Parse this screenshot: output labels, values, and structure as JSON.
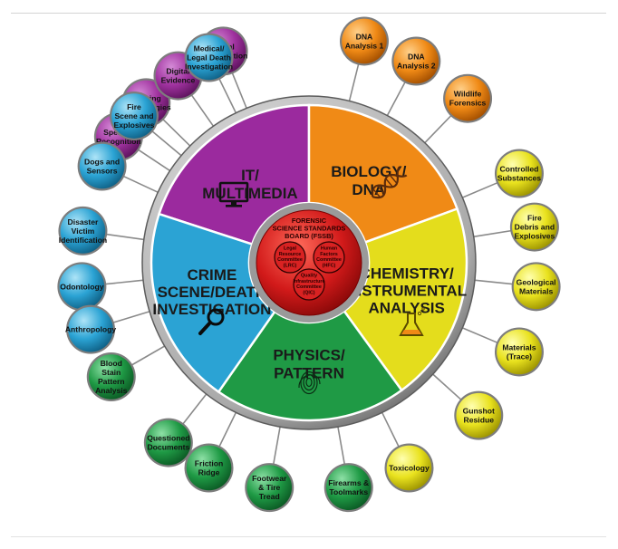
{
  "colors": {
    "it": "#9b2a9e",
    "biology": "#f08a16",
    "chemistry": "#e4dd1c",
    "physics": "#1f9a45",
    "crime": "#2ba3d4",
    "center": "#d21a1a",
    "rim": "#8f8f8f"
  },
  "center": {
    "title_lines": [
      "FORENSIC",
      "SCIENCE STANDARDS",
      "BOARD (FSSB)"
    ],
    "committees": [
      {
        "id": "lrc",
        "lines": [
          "Legal",
          "Resource",
          "Committee",
          "(LRC)"
        ]
      },
      {
        "id": "hfc",
        "lines": [
          "Human",
          "Factors",
          "Committee",
          "(HFC)"
        ]
      },
      {
        "id": "qic",
        "lines": [
          "Quality",
          "Infrastructure",
          "Committee",
          "(QIC)"
        ]
      }
    ]
  },
  "sectors": [
    {
      "id": "it-multimedia",
      "color_key": "it",
      "icon": "monitor-icon",
      "title_lines": [
        "IT/",
        "MULTIMEDIA"
      ],
      "subcommittees": [
        {
          "id": "speaker-recognition",
          "lines": [
            "Speaker",
            "Recognition"
          ]
        },
        {
          "id": "imaging-technologies",
          "lines": [
            "Imaging",
            "Technologies"
          ]
        },
        {
          "id": "digital-evidence",
          "lines": [
            "Digital",
            "Evidence"
          ]
        },
        {
          "id": "facial-identification",
          "lines": [
            "Facial",
            "Identification"
          ]
        }
      ]
    },
    {
      "id": "biology-dna",
      "color_key": "biology",
      "icon": "dna-helix-icon",
      "title_lines": [
        "BIOLOGY/",
        "DNA"
      ],
      "subcommittees": [
        {
          "id": "dna-analysis-1",
          "lines": [
            "DNA",
            "Analysis 1"
          ]
        },
        {
          "id": "dna-analysis-2",
          "lines": [
            "DNA",
            "Analysis 2"
          ]
        },
        {
          "id": "wildlife-forensics",
          "lines": [
            "Wildlife",
            "Forensics"
          ]
        }
      ]
    },
    {
      "id": "chemistry-instrumental",
      "color_key": "chemistry",
      "icon": "flask-icon",
      "title_lines": [
        "CHEMISTRY/",
        "INSTRUMENTAL",
        "ANALYSIS"
      ],
      "subcommittees": [
        {
          "id": "controlled-substances",
          "lines": [
            "Controlled",
            "Substances"
          ]
        },
        {
          "id": "fire-debris",
          "lines": [
            "Fire",
            "Debris and",
            "Explosives"
          ]
        },
        {
          "id": "geological-materials",
          "lines": [
            "Geological",
            "Materials"
          ]
        },
        {
          "id": "materials-trace",
          "lines": [
            "Materials",
            "(Trace)"
          ]
        },
        {
          "id": "gunshot-residue",
          "lines": [
            "Gunshot",
            "Residue"
          ]
        },
        {
          "id": "toxicology",
          "lines": [
            "Toxicology"
          ]
        }
      ]
    },
    {
      "id": "physics-pattern",
      "color_key": "physics",
      "icon": "fingerprint-icon",
      "title_lines": [
        "PHYSICS/",
        "PATTERN"
      ],
      "subcommittees": [
        {
          "id": "blood-stain",
          "lines": [
            "Blood",
            "Stain",
            "Pattern",
            "Analysis"
          ]
        },
        {
          "id": "questioned-documents",
          "lines": [
            "Questioned",
            "Documents"
          ]
        },
        {
          "id": "friction-ridge",
          "lines": [
            "Friction",
            "Ridge"
          ]
        },
        {
          "id": "footwear-tire",
          "lines": [
            "Footwear",
            "& Tire",
            "Tread"
          ]
        },
        {
          "id": "firearms-toolmarks",
          "lines": [
            "Firearms &",
            "Toolmarks"
          ]
        }
      ]
    },
    {
      "id": "crime-scene",
      "color_key": "crime",
      "icon": "magnifier-icon",
      "title_lines": [
        "CRIME",
        "SCENE/DEATH",
        "INVESTIGATION"
      ],
      "subcommittees": [
        {
          "id": "odontology",
          "lines": [
            "Odontology"
          ]
        },
        {
          "id": "medical-legal-death",
          "lines": [
            "Medical/",
            "Legal Death",
            "Investigation"
          ]
        },
        {
          "id": "fire-scene",
          "lines": [
            "Fire",
            "Scene and",
            "Explosives"
          ]
        },
        {
          "id": "dogs-sensors",
          "lines": [
            "Dogs and",
            "Sensors"
          ]
        },
        {
          "id": "disaster-victim",
          "lines": [
            "Disaster",
            "Victim",
            "Identification"
          ]
        },
        {
          "id": "anthropology",
          "lines": [
            "Anthropology"
          ]
        }
      ]
    }
  ]
}
